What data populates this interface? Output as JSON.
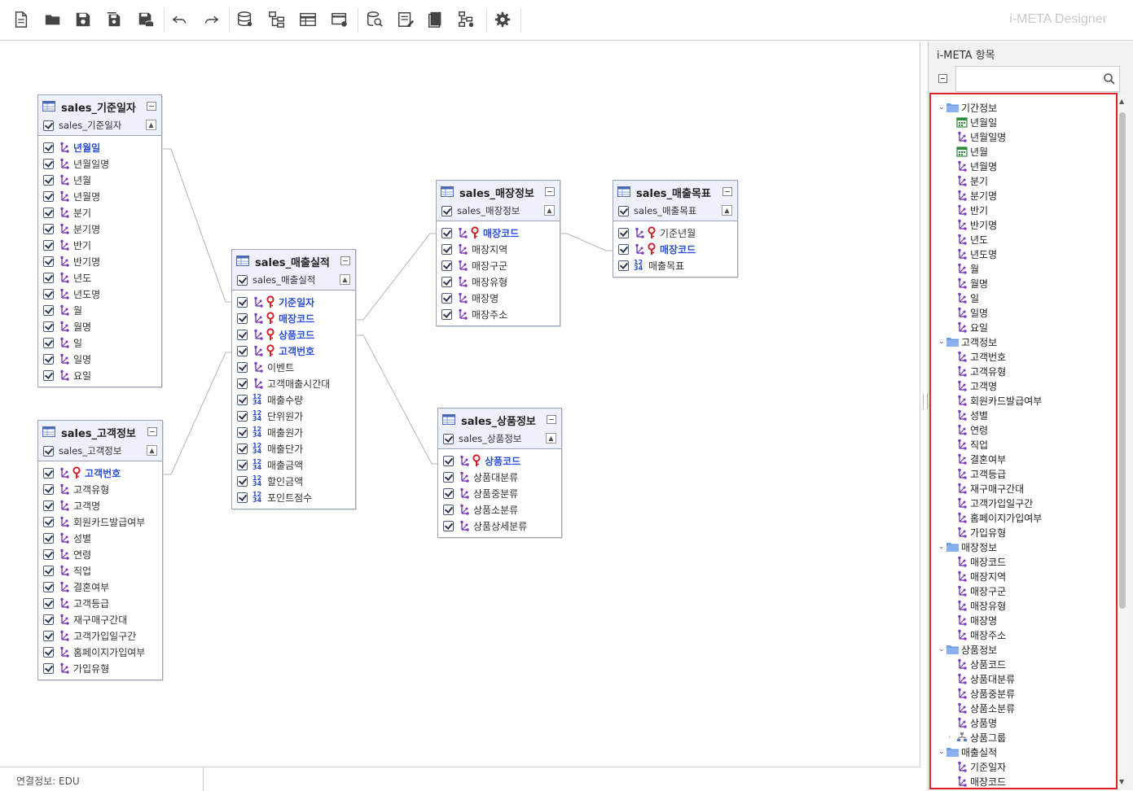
{
  "app_title": "i-META Designer",
  "toolbar": {
    "buttons": [
      "new-document",
      "open-folder",
      "save",
      "save-as",
      "save-db",
      "undo",
      "redo",
      "database",
      "schema-tree",
      "table-design",
      "table-settings",
      "db-search",
      "list-edit",
      "report",
      "hierarchy-settings",
      "settings"
    ]
  },
  "status": {
    "connection": "연결정보: EDU"
  },
  "panel": {
    "title": "i-META 항목",
    "search_placeholder": "",
    "tree": [
      {
        "label": "기간정보",
        "children": [
          {
            "label": "년월일",
            "icon": "calendar"
          },
          {
            "label": "년월일명",
            "icon": "dimension"
          },
          {
            "label": "년월",
            "icon": "calendar"
          },
          {
            "label": "년월명",
            "icon": "dimension"
          },
          {
            "label": "분기",
            "icon": "dimension"
          },
          {
            "label": "분기명",
            "icon": "dimension"
          },
          {
            "label": "반기",
            "icon": "dimension"
          },
          {
            "label": "반기명",
            "icon": "dimension"
          },
          {
            "label": "년도",
            "icon": "dimension"
          },
          {
            "label": "년도명",
            "icon": "dimension"
          },
          {
            "label": "월",
            "icon": "dimension"
          },
          {
            "label": "월명",
            "icon": "dimension"
          },
          {
            "label": "일",
            "icon": "dimension"
          },
          {
            "label": "일명",
            "icon": "dimension"
          },
          {
            "label": "요일",
            "icon": "dimension"
          }
        ]
      },
      {
        "label": "고객정보",
        "children": [
          {
            "label": "고객번호",
            "icon": "dimension"
          },
          {
            "label": "고객유형",
            "icon": "dimension"
          },
          {
            "label": "고객명",
            "icon": "dimension"
          },
          {
            "label": "회원카드발급여부",
            "icon": "dimension"
          },
          {
            "label": "성별",
            "icon": "dimension"
          },
          {
            "label": "연령",
            "icon": "dimension"
          },
          {
            "label": "직업",
            "icon": "dimension"
          },
          {
            "label": "결혼여부",
            "icon": "dimension"
          },
          {
            "label": "고객등급",
            "icon": "dimension"
          },
          {
            "label": "재구매구간대",
            "icon": "dimension"
          },
          {
            "label": "고객가입일구간",
            "icon": "dimension"
          },
          {
            "label": "홈페이지가입여부",
            "icon": "dimension"
          },
          {
            "label": "가입유형",
            "icon": "dimension"
          }
        ]
      },
      {
        "label": "매장정보",
        "children": [
          {
            "label": "매장코드",
            "icon": "dimension"
          },
          {
            "label": "매장지역",
            "icon": "dimension"
          },
          {
            "label": "매장구군",
            "icon": "dimension"
          },
          {
            "label": "매장유형",
            "icon": "dimension"
          },
          {
            "label": "매장명",
            "icon": "dimension"
          },
          {
            "label": "매장주소",
            "icon": "dimension"
          }
        ]
      },
      {
        "label": "상품정보",
        "children": [
          {
            "label": "상품코드",
            "icon": "dimension"
          },
          {
            "label": "상품대분류",
            "icon": "dimension"
          },
          {
            "label": "상품중분류",
            "icon": "dimension"
          },
          {
            "label": "상품소분류",
            "icon": "dimension"
          },
          {
            "label": "상품명",
            "icon": "dimension"
          },
          {
            "label": "상품그룹",
            "icon": "hierarchy"
          }
        ]
      },
      {
        "label": "매출실적",
        "children": [
          {
            "label": "기준일자",
            "icon": "dimension"
          },
          {
            "label": "매장코드",
            "icon": "dimension"
          }
        ]
      }
    ]
  },
  "tables": [
    {
      "id": "t-date",
      "title": "sales_기준일자",
      "subtitle": "sales_기준일자",
      "fields": [
        {
          "label": "년월일",
          "type": "dim",
          "key": false,
          "highlight": true
        },
        {
          "label": "년월일명",
          "type": "dim"
        },
        {
          "label": "년월",
          "type": "dim"
        },
        {
          "label": "년월명",
          "type": "dim"
        },
        {
          "label": "분기",
          "type": "dim"
        },
        {
          "label": "분기명",
          "type": "dim"
        },
        {
          "label": "반기",
          "type": "dim"
        },
        {
          "label": "반기명",
          "type": "dim"
        },
        {
          "label": "년도",
          "type": "dim"
        },
        {
          "label": "년도명",
          "type": "dim"
        },
        {
          "label": "월",
          "type": "dim"
        },
        {
          "label": "월명",
          "type": "dim"
        },
        {
          "label": "일",
          "type": "dim"
        },
        {
          "label": "일명",
          "type": "dim"
        },
        {
          "label": "요일",
          "type": "dim"
        }
      ]
    },
    {
      "id": "t-cust",
      "title": "sales_고객정보",
      "subtitle": "sales_고객정보",
      "fields": [
        {
          "label": "고객번호",
          "type": "dim",
          "key": true,
          "highlight": true
        },
        {
          "label": "고객유형",
          "type": "dim"
        },
        {
          "label": "고객명",
          "type": "dim"
        },
        {
          "label": "회원카드발급여부",
          "type": "dim"
        },
        {
          "label": "성별",
          "type": "dim"
        },
        {
          "label": "연령",
          "type": "dim"
        },
        {
          "label": "직업",
          "type": "dim"
        },
        {
          "label": "결혼여부",
          "type": "dim"
        },
        {
          "label": "고객등급",
          "type": "dim"
        },
        {
          "label": "재구매구간대",
          "type": "dim"
        },
        {
          "label": "고객가입일구간",
          "type": "dim"
        },
        {
          "label": "홈페이지가입여부",
          "type": "dim"
        },
        {
          "label": "가입유형",
          "type": "dim"
        }
      ]
    },
    {
      "id": "t-sales",
      "title": "sales_매출실적",
      "subtitle": "sales_매출실적",
      "fields": [
        {
          "label": "기준일자",
          "type": "dim",
          "key": true,
          "highlight": true
        },
        {
          "label": "매장코드",
          "type": "dim",
          "key": true,
          "highlight": true
        },
        {
          "label": "상품코드",
          "type": "dim",
          "key": true,
          "highlight": true
        },
        {
          "label": "고객번호",
          "type": "dim",
          "key": true,
          "highlight": true
        },
        {
          "label": "이벤트",
          "type": "dim"
        },
        {
          "label": "고객매출시간대",
          "type": "dim"
        },
        {
          "label": "매출수량",
          "type": "num"
        },
        {
          "label": "단위원가",
          "type": "num"
        },
        {
          "label": "매출원가",
          "type": "num"
        },
        {
          "label": "매출단가",
          "type": "num"
        },
        {
          "label": "매출금액",
          "type": "num"
        },
        {
          "label": "할인금액",
          "type": "num"
        },
        {
          "label": "포인트점수",
          "type": "num"
        }
      ]
    },
    {
      "id": "t-store",
      "title": "sales_매장정보",
      "subtitle": "sales_매장정보",
      "fields": [
        {
          "label": "매장코드",
          "type": "dim",
          "key": true,
          "highlight": true
        },
        {
          "label": "매장지역",
          "type": "dim"
        },
        {
          "label": "매장구군",
          "type": "dim"
        },
        {
          "label": "매장유형",
          "type": "dim"
        },
        {
          "label": "매장명",
          "type": "dim"
        },
        {
          "label": "매장주소",
          "type": "dim"
        }
      ]
    },
    {
      "id": "t-target",
      "title": "sales_매출목표",
      "subtitle": "sales_매출목표",
      "fields": [
        {
          "label": "기준년월",
          "type": "dim",
          "key": true,
          "highlight": false
        },
        {
          "label": "매장코드",
          "type": "dim",
          "key": true,
          "highlight": true
        },
        {
          "label": "매출목표",
          "type": "num"
        }
      ]
    },
    {
      "id": "t-prod",
      "title": "sales_상품정보",
      "subtitle": "sales_상품정보",
      "fields": [
        {
          "label": "상품코드",
          "type": "dim",
          "key": true,
          "highlight": true
        },
        {
          "label": "상품대분류",
          "type": "dim"
        },
        {
          "label": "상품중분류",
          "type": "dim"
        },
        {
          "label": "상품소분류",
          "type": "dim"
        },
        {
          "label": "상품상세분류",
          "type": "dim"
        }
      ]
    }
  ],
  "colors": {
    "key_text": "#2b4fd6",
    "key_icon": "#d0202a",
    "dim_icon": "#7a3ab8",
    "tree_border": "#e0202a",
    "calendar": "#2e8b3a"
  }
}
